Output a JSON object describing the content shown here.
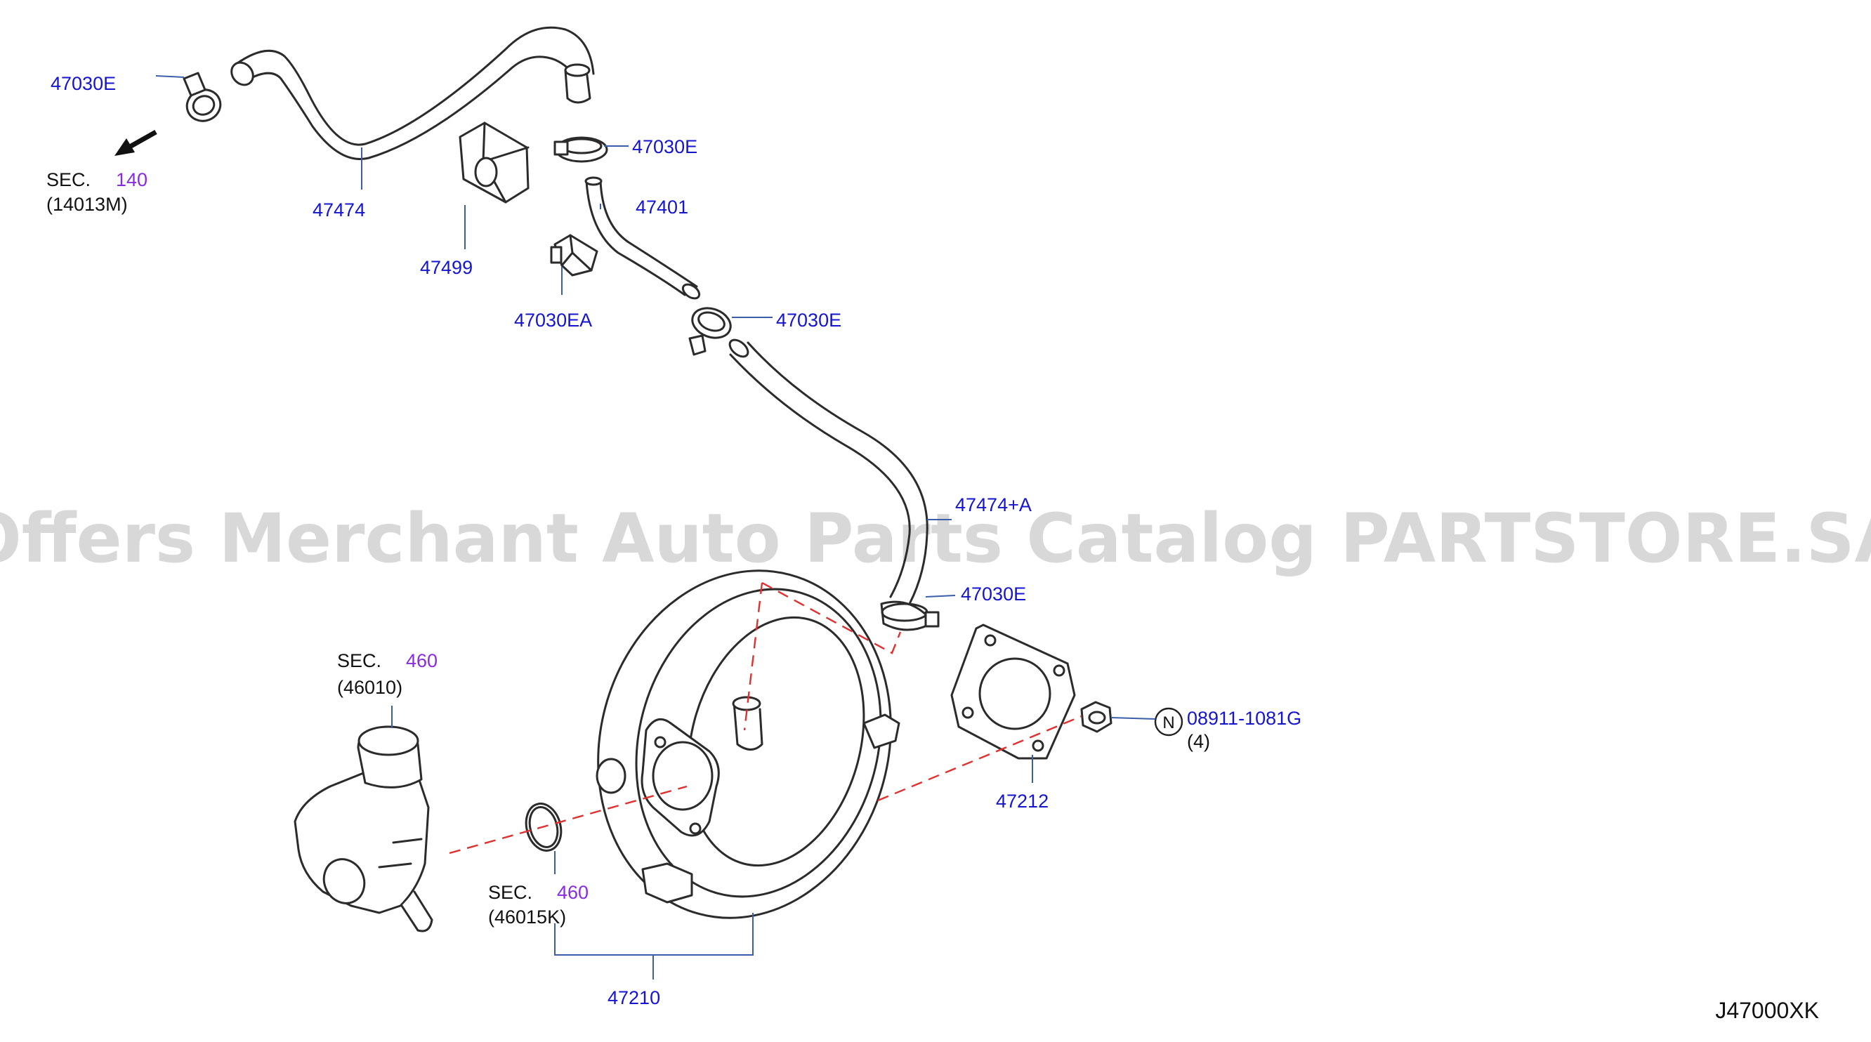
{
  "watermark": "Offers Merchant Auto Parts Catalog PARTSTORE.SA",
  "diagram_code": "J47000XK",
  "callouts": {
    "clamp_top_left": "47030E",
    "clamp_top_right": "47030E",
    "clamp_mid": "47030E",
    "clamp_lower": "47030E",
    "hose_upper": "47474",
    "hose_mid": "47401",
    "hose_lower": "47474+A",
    "damper": "47499",
    "clip": "47030EA",
    "gasket": "47212",
    "booster": "47210",
    "nut": "08911-1081G",
    "nut_qty": "(4)",
    "nut_marker": "N"
  },
  "sections": {
    "sec_140": {
      "prefix": "SEC.",
      "number": "140",
      "ref": "(14013M)"
    },
    "sec_460_master": {
      "prefix": "SEC.",
      "number": "460",
      "ref": "(46010)"
    },
    "sec_460_oring": {
      "prefix": "SEC.",
      "number": "460",
      "ref": "(46015K)"
    }
  }
}
